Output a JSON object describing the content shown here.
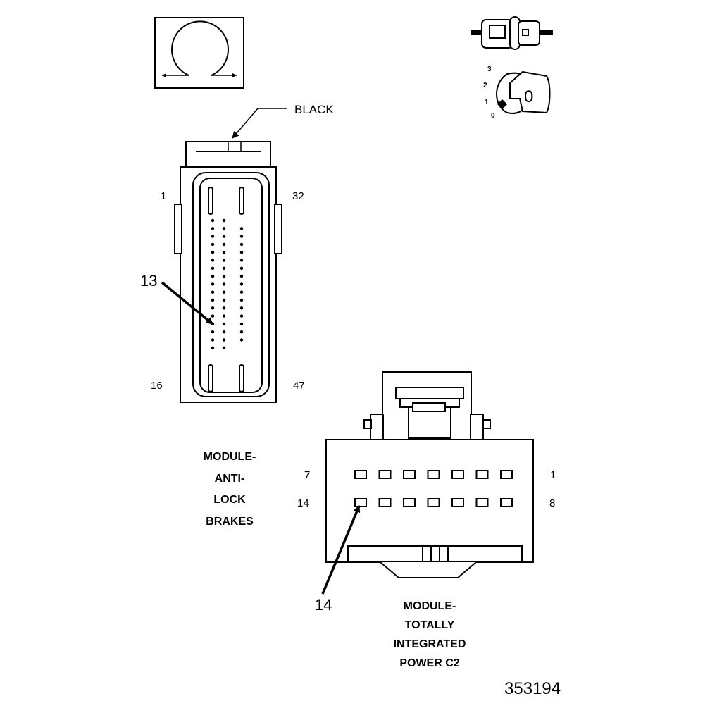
{
  "ecu_wire_color": "BLACK",
  "abs_connector": {
    "pin_first_top": "1",
    "pin_last_top": "32",
    "pin_first_bottom": "16",
    "pin_last_bottom": "47",
    "callout_pin": "13",
    "name_lines": [
      "MODULE-",
      "ANTI-",
      "LOCK",
      "BRAKES"
    ]
  },
  "tipm_connector": {
    "row1_left": "7",
    "row1_right": "1",
    "row2_left": "14",
    "row2_right": "8",
    "callout_pin": "14",
    "name_lines": [
      "MODULE-",
      "TOTALLY",
      "INTEGRATED",
      "POWER C2"
    ]
  },
  "ignition_switch": {
    "positions": [
      "3",
      "2",
      "1",
      "0"
    ],
    "key_label": "0"
  },
  "figure_number": "353194",
  "icons": [
    "omega-symbol-icon",
    "connector-plug-icon",
    "ignition-key-icon"
  ]
}
